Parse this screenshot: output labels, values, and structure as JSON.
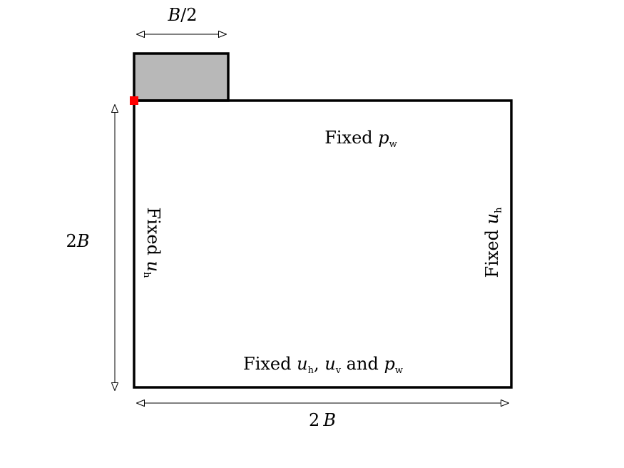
{
  "dimensions": {
    "footing_width": {
      "base": "B",
      "rest": "/2"
    },
    "domain_height": {
      "coef": "2",
      "sym": "B"
    },
    "domain_width": {
      "coef": "2",
      "sym": "B"
    }
  },
  "boundary_labels": {
    "top": {
      "text": "Fixed ",
      "var": "p",
      "sub": "w"
    },
    "left": {
      "text": "Fixed ",
      "var": "u",
      "sub": "h"
    },
    "right": {
      "text": "Fixed ",
      "var": "u",
      "sub": "h"
    },
    "bottom": {
      "text": "Fixed ",
      "var1": "u",
      "sub1": "h",
      "sep": ", ",
      "var2": "u",
      "sub2": "v",
      "and": " and ",
      "var3": "p",
      "sub3": "w"
    }
  },
  "colors": {
    "footing_fill": "#b8b8b8",
    "marker": "#ff0000",
    "outline": "#000000"
  }
}
